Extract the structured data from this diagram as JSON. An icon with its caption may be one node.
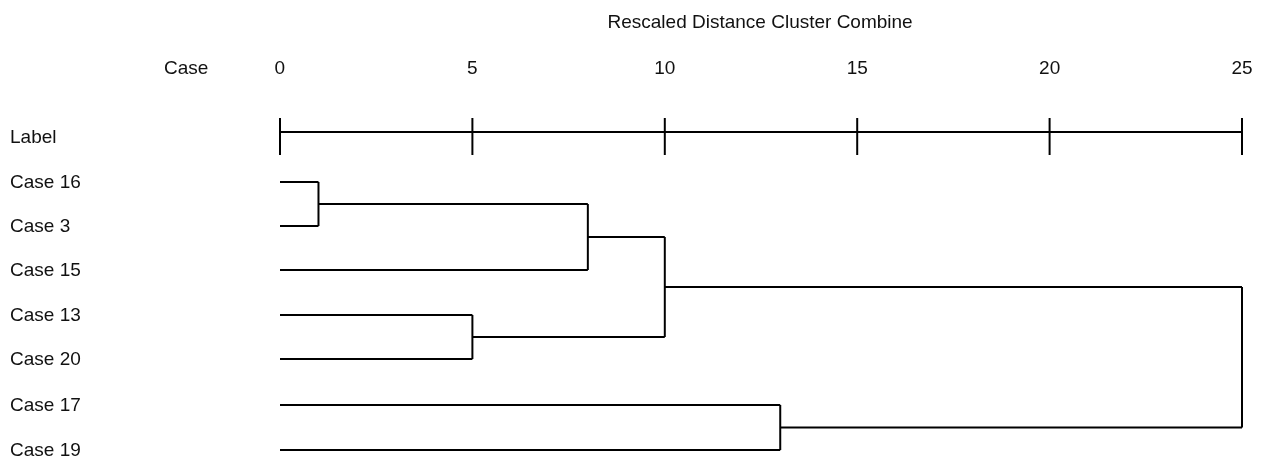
{
  "diagram": {
    "labels": [
      "Rescaled Distance Cluster Combine",
      "Case",
      "0",
      "5",
      "10",
      "15",
      "20",
      "25",
      "Label",
      "Case 16",
      "Case 3",
      "Case 15",
      "Case 13",
      "Case 20",
      "Case 17",
      "Case 19"
    ]
  }
}
